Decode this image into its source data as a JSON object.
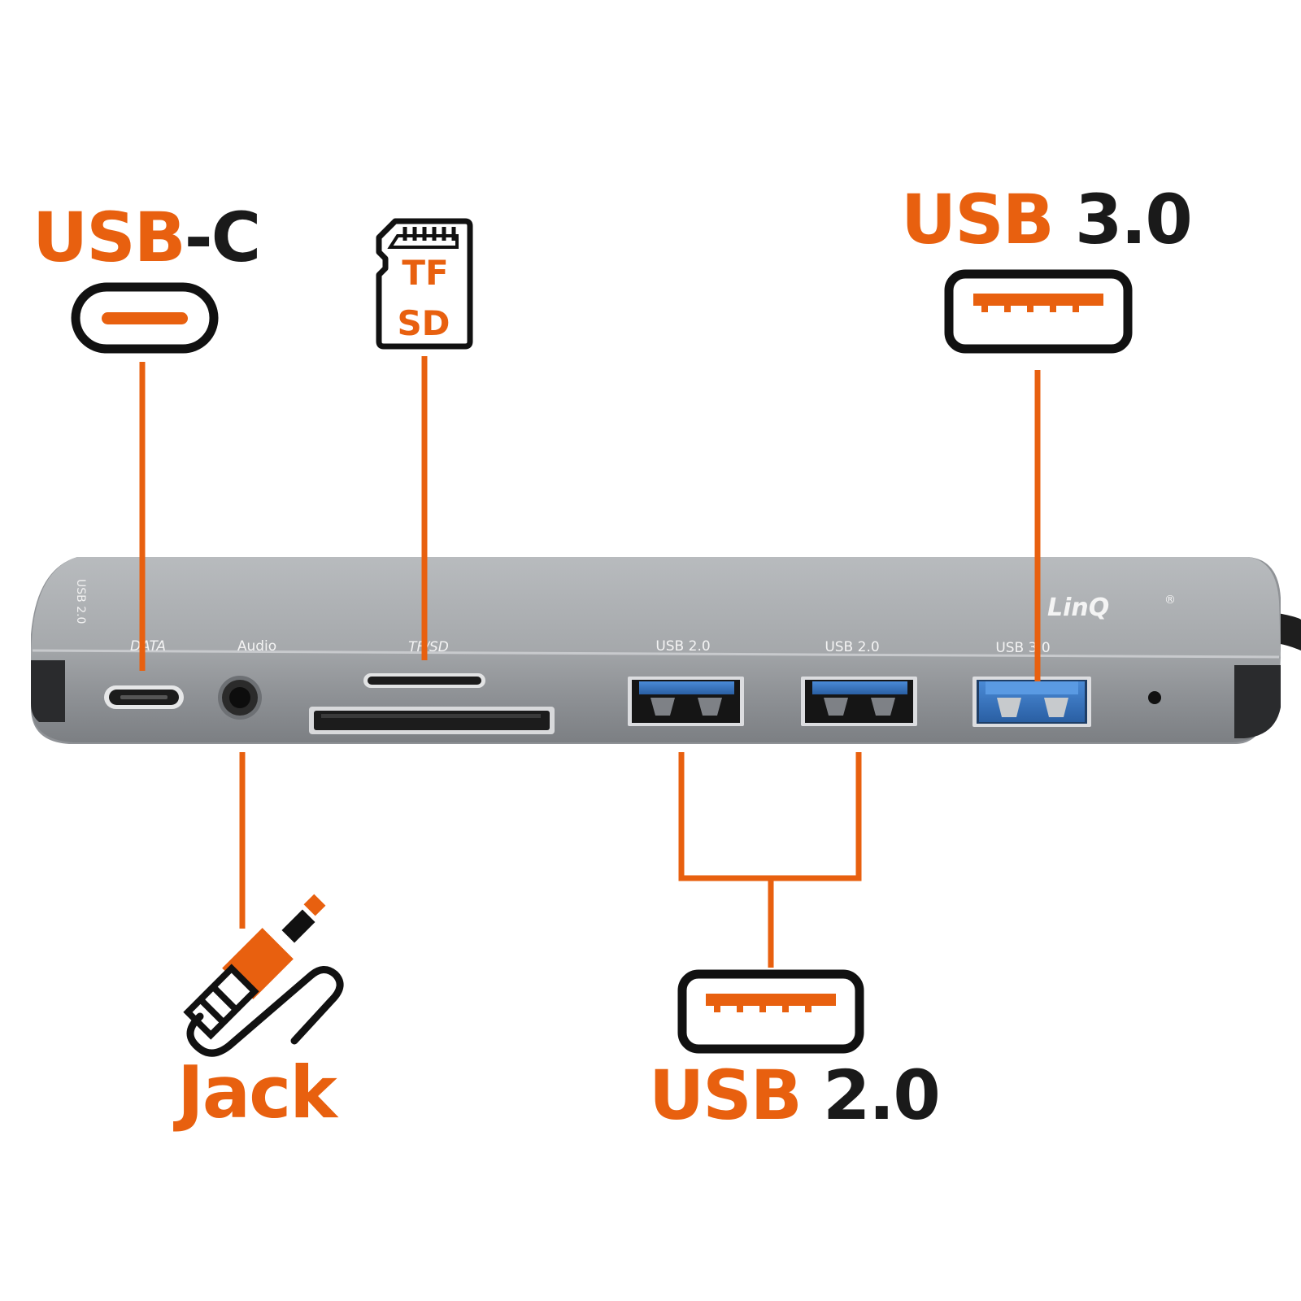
{
  "colors": {
    "accent": "#e8600f",
    "ink": "#1a1a1a",
    "hub": "#9a9da1",
    "usb3_blue": "#2f6fb8"
  },
  "callouts": {
    "usbc": {
      "part1": "USB",
      "part2": "-C",
      "icon": "usb-c-port-icon"
    },
    "sd": {
      "line1": "TF",
      "line2": "SD",
      "icon": "sd-card-icon"
    },
    "usb3": {
      "part1": "USB",
      "part2": " 3.0",
      "icon": "usb-a-port-icon"
    },
    "jack": {
      "label": "Jack",
      "icon": "audio-jack-icon"
    },
    "usb2": {
      "part1": "USB",
      "part2": " 2.0",
      "icon": "usb-a-port-icon"
    }
  },
  "hub": {
    "brand": "LinQ",
    "brand_mark": "®",
    "side_label": "USB 2.0",
    "port_labels": {
      "data": "DATA",
      "audio": "Audio",
      "tfsd": "TF/SD",
      "usb2_a": "USB 2.0",
      "usb2_b": "USB 2.0",
      "usb3": "USB 3.0"
    }
  }
}
